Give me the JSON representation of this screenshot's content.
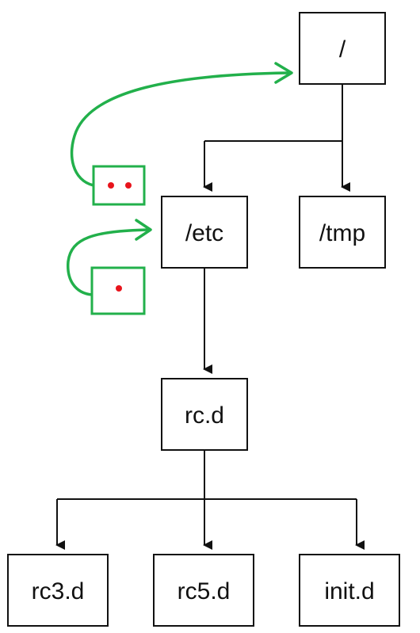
{
  "nodes": {
    "root": "/",
    "etc": "/etc",
    "tmp": "/tmp",
    "rcd": "rc.d",
    "rc3": "rc3.d",
    "rc5": "rc5.d",
    "init": "init.d"
  },
  "annotations": {
    "parent_dir": {
      "symbol": "two red dots",
      "dot_count": 2
    },
    "current_dir": {
      "symbol": "one red dot",
      "dot_count": 1
    }
  },
  "colors": {
    "tree_line": "#111111",
    "annotation_line": "#22b04b",
    "dot": "#e8141c",
    "box_border": "#111111",
    "background": "#ffffff"
  }
}
